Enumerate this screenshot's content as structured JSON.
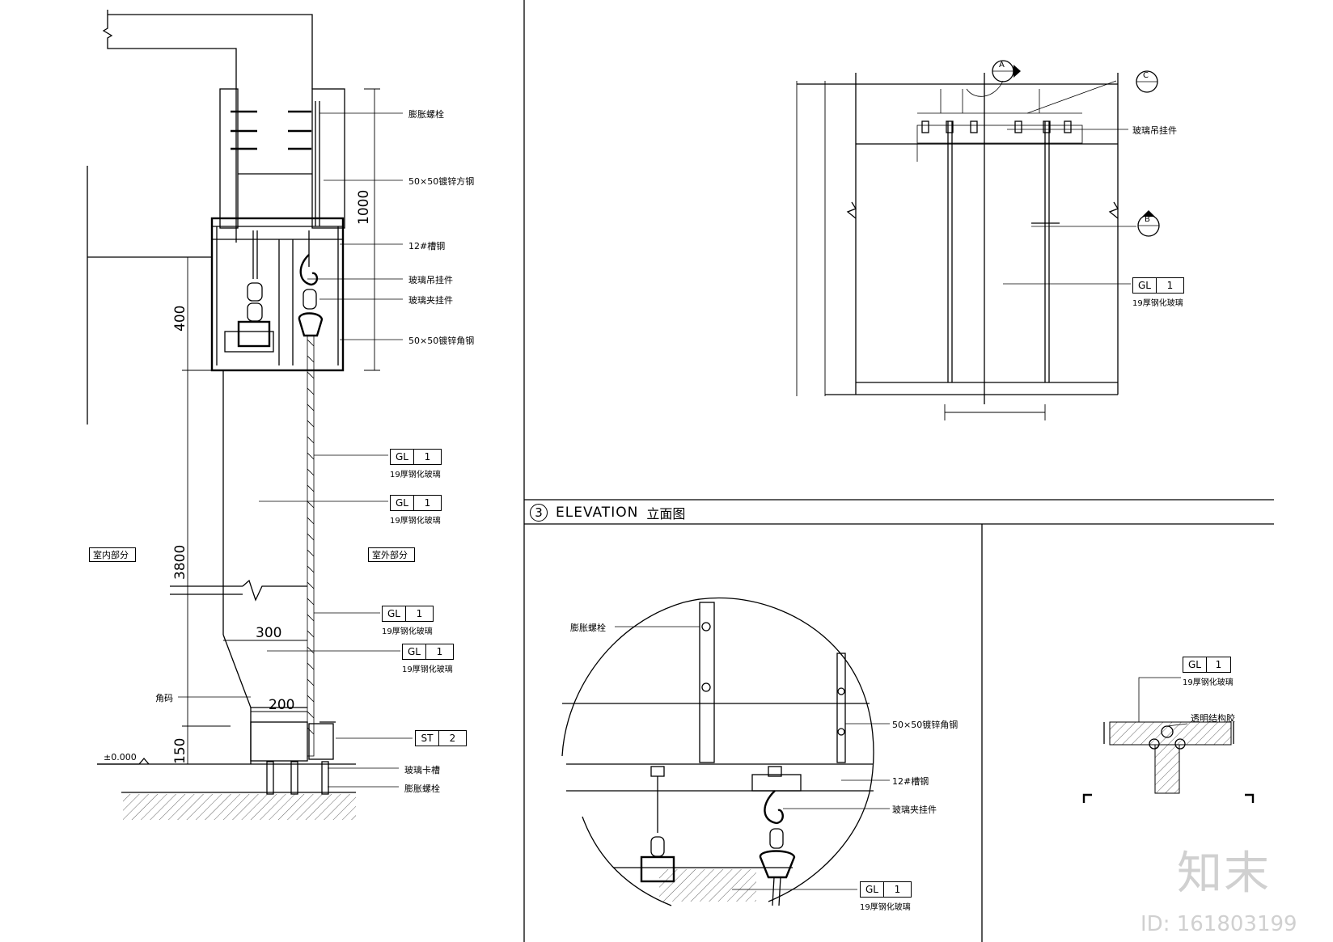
{
  "section": {
    "labels": {
      "expansion_bolt": "膨胀螺栓",
      "steel_frame_top": "50×50镀锌方钢",
      "channel": "12#槽钢",
      "hanger": "玻璃吊挂件",
      "glass_clamp": "玻璃夹挂件",
      "steel_frame": "50×50镀锌角钢",
      "angle": "角码",
      "glass_slot": "玻璃卡槽",
      "expansion_bolt_b": "膨胀螺栓",
      "indoor": "室内部分",
      "outdoor": "室外部分",
      "level": "±0.000"
    },
    "dims": {
      "d1000": "1000",
      "d400": "400",
      "d3800": "3800",
      "d150": "150",
      "d300": "300",
      "d200": "200"
    },
    "tags": [
      {
        "code": "GL",
        "num": "1",
        "desc": "19厚钢化玻璃"
      },
      {
        "code": "GL",
        "num": "1",
        "desc": "19厚钢化玻璃"
      },
      {
        "code": "GL",
        "num": "1",
        "desc": "19厚钢化玻璃"
      },
      {
        "code": "GL",
        "num": "1",
        "desc": "19厚钢化玻璃"
      },
      {
        "code": "ST",
        "num": "2"
      }
    ]
  },
  "elevation": {
    "hanger_label": "玻璃吊挂件",
    "tag": {
      "code": "GL",
      "num": "1",
      "desc": "19厚钢化玻璃"
    },
    "markers": [
      "A",
      "B",
      "C"
    ],
    "title_num": "3",
    "title_en": "ELEVATION",
    "title_cn": "立面图"
  },
  "detail": {
    "expansion_bolt": "膨胀螺栓",
    "steel_angle": "50×50镀锌角钢",
    "channel": "12#槽钢",
    "glass_clamp": "玻璃夹挂件",
    "tag": {
      "code": "GL",
      "num": "1",
      "desc": "19厚钢化玻璃"
    }
  },
  "joint": {
    "sealant": "透明结构胶",
    "tag": {
      "code": "GL",
      "num": "1",
      "desc": "19厚钢化玻璃"
    }
  },
  "watermark": {
    "logo": "知末",
    "id": "ID: 161803199"
  }
}
